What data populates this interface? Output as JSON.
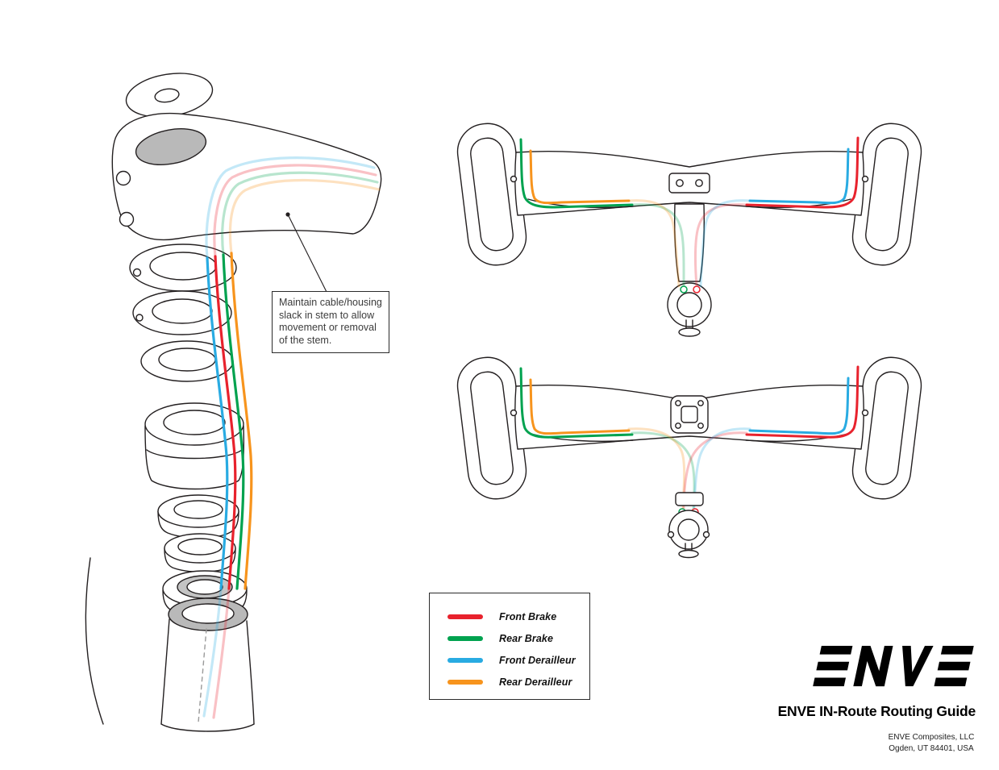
{
  "callout": {
    "text": "Maintain cable/housing slack in stem to allow movement or removal of the stem."
  },
  "legend": {
    "items": [
      {
        "label": "Front Brake",
        "color": "#e8222d"
      },
      {
        "label": "Rear Brake",
        "color": "#00a24f"
      },
      {
        "label": "Front Derailleur",
        "color": "#29abe2"
      },
      {
        "label": "Rear Derailleur",
        "color": "#f7941d"
      }
    ]
  },
  "branding": {
    "logo_text": "ENVE",
    "title": "ENVE IN-Route Routing Guide",
    "company_line1": "ENVE Composites, LLC",
    "company_line2": "Ogden, UT 84401, USA"
  }
}
